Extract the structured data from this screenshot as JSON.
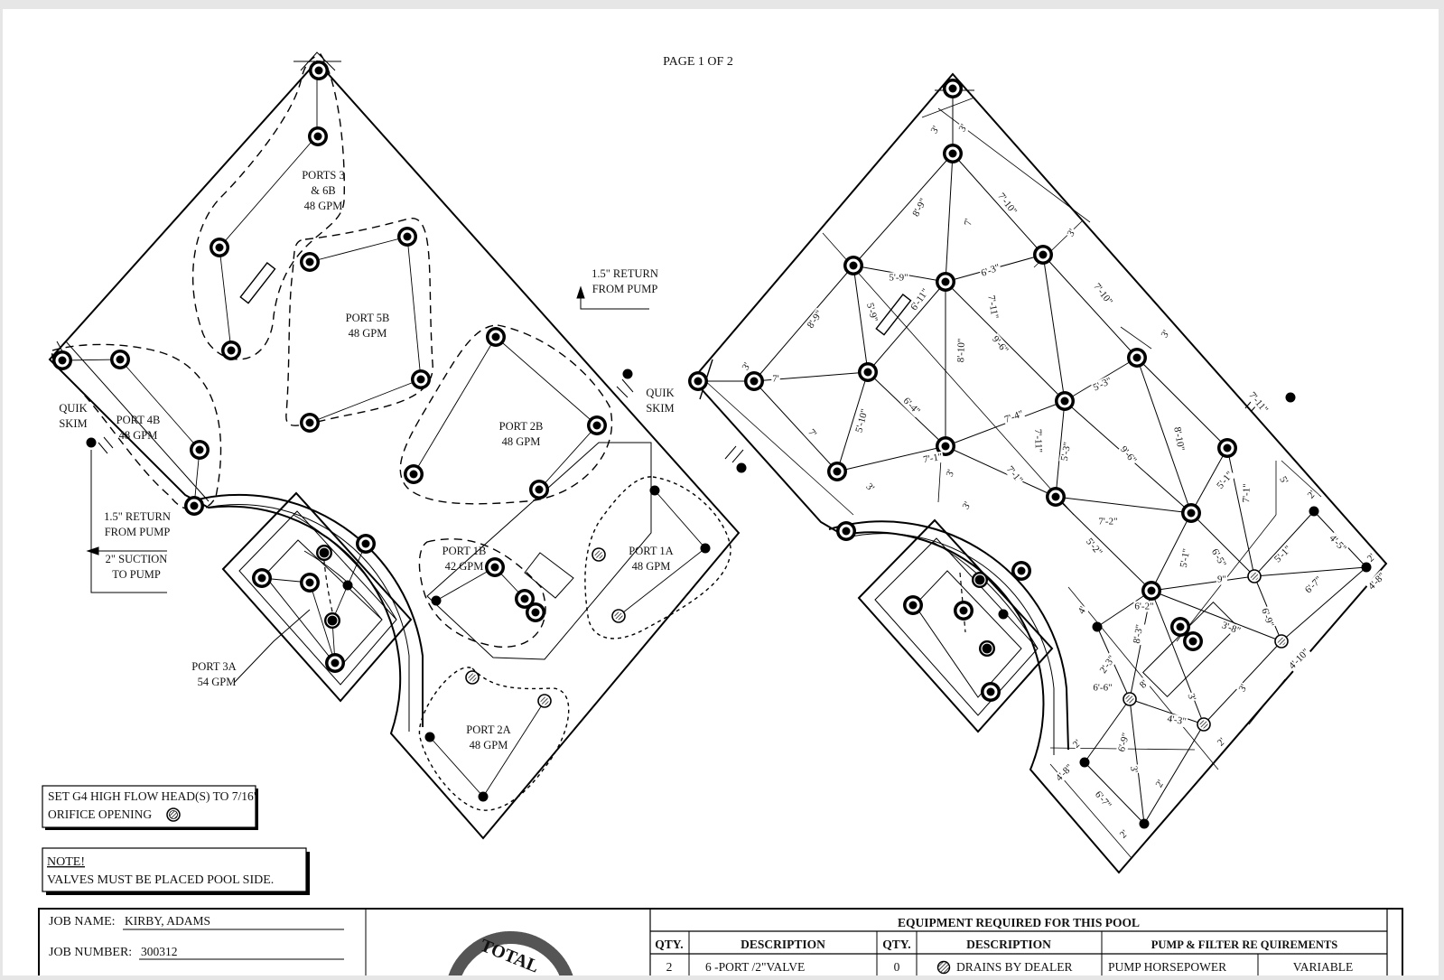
{
  "page_label": "PAGE 1 OF 2",
  "left_plan": {
    "zones": [
      {
        "id": "ports-3-6b",
        "lines": [
          "PORTS 3",
          "& 6B",
          "48 GPM"
        ]
      },
      {
        "id": "port-5b",
        "lines": [
          "PORT 5B",
          "48 GPM"
        ]
      },
      {
        "id": "port-4b",
        "lines": [
          "PORT 4B",
          "48 GPM"
        ]
      },
      {
        "id": "port-2b",
        "lines": [
          "PORT 2B",
          "48 GPM"
        ]
      },
      {
        "id": "port-1b",
        "lines": [
          "PORT 1B",
          "42 GPM"
        ]
      },
      {
        "id": "port-1a",
        "lines": [
          "PORT 1A",
          "48 GPM"
        ]
      },
      {
        "id": "port-2a",
        "lines": [
          "PORT 2A",
          "48 GPM"
        ]
      },
      {
        "id": "port-3a",
        "lines": [
          "PORT 3A",
          "54 GPM"
        ]
      }
    ],
    "callouts": {
      "return_top": [
        "1.5\" RETURN",
        "FROM PUMP"
      ],
      "quik_skim_right": [
        "QUIK",
        "SKIM"
      ],
      "quik_skim_left": [
        "QUIK",
        "SKIM"
      ],
      "return_left": [
        "1.5\" RETURN",
        "FROM PUMP"
      ],
      "suction_left": [
        "2\" SUCTION",
        "TO PUMP"
      ]
    }
  },
  "right_plan": {
    "dimensions": [
      "3'",
      "3'",
      "8'-9\"",
      "7'",
      "7'-10\"",
      "3'",
      "5'-9\"",
      "6'-3\"",
      "8'-9\"",
      "5'-9\"",
      "6'-11\"",
      "7'-11\"",
      "7'-10\"",
      "3'",
      "7'",
      "8'-10\"",
      "9'-6\"",
      "3'",
      "5'-3\"",
      "6'-4\"",
      "5'-10\"",
      "7'-11\"",
      "7'",
      "7'-4\"",
      "5'-3\"",
      "8'-10\"",
      "7'-1\"",
      "3'",
      "3'",
      "7'-1\"",
      "9'-6\"",
      "3'",
      "7'-11\"",
      "5'-1\"",
      "7'-1\"",
      "5'",
      "2'",
      "7'-2\"",
      "5'-2\"",
      "5'-1\"",
      "6'-5\"",
      "4'-5\"",
      "5'-1\"",
      "9\"",
      "4'",
      "6'-2\"",
      "8'-3\"",
      "3'-8\"",
      "6'-9\"",
      "6'-7\"",
      "2'",
      "4'-8\"",
      "2'-3\"",
      "8'",
      "3'",
      "6'-6\"",
      "3'",
      "4'-10\"",
      "4'-3\"",
      "6'-9\"",
      "3'",
      "2'",
      "2'",
      "4'-8\"",
      "6'-7\"",
      "2'",
      "2'"
    ]
  },
  "notes": {
    "orifice_line1": "SET G4 HIGH FLOW HEAD(S) TO 7/16\"",
    "orifice_line2": "ORIFICE OPENING",
    "note_title": "NOTE!",
    "note_text": "VALVES MUST BE PLACED POOL SIDE."
  },
  "title_block": {
    "job_name_label": "JOB NAME:",
    "job_name": "KIRBY, ADAMS",
    "job_number_label": "JOB NUMBER:",
    "job_number": "300312",
    "logo_text": "TOTAL",
    "equipment_header": "EQUIPMENT REQUIRED FOR THIS POOL",
    "columns": [
      "QTY.",
      "DESCRIPTION",
      "QTY.",
      "DESCRIPTION",
      "PUMP & FILTER RE QUIREMENTS"
    ],
    "row1": {
      "qty1": "2",
      "desc1": "6  -PORT  /2\"VALVE",
      "qty2": "0",
      "desc2": "DRAINS BY DEALER",
      "req_label": "PUMP HORSEPOWER",
      "req_value": "VARIABLE"
    }
  }
}
